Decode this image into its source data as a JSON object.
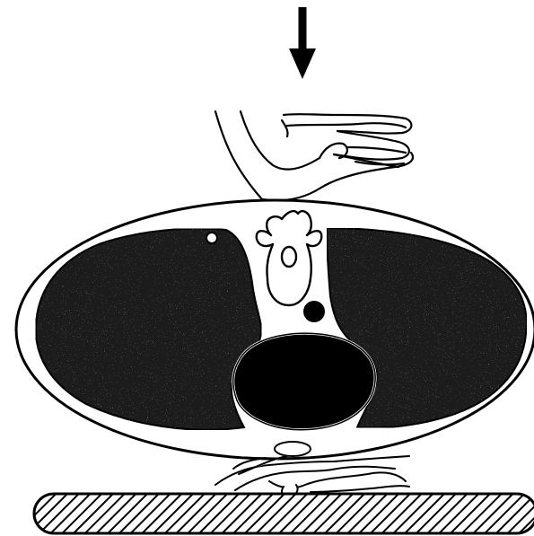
{
  "diagram": {
    "elements": [
      "downward-arrow",
      "upper-hand",
      "thorax-cross-section",
      "left-lung",
      "right-lung",
      "heart",
      "vertebra",
      "spinal-canal",
      "aorta",
      "lower-hand",
      "hatched-surface"
    ],
    "colors": {
      "ink": "#000000",
      "paper": "#ffffff",
      "lung_fill": "#1a1a1a"
    }
  }
}
